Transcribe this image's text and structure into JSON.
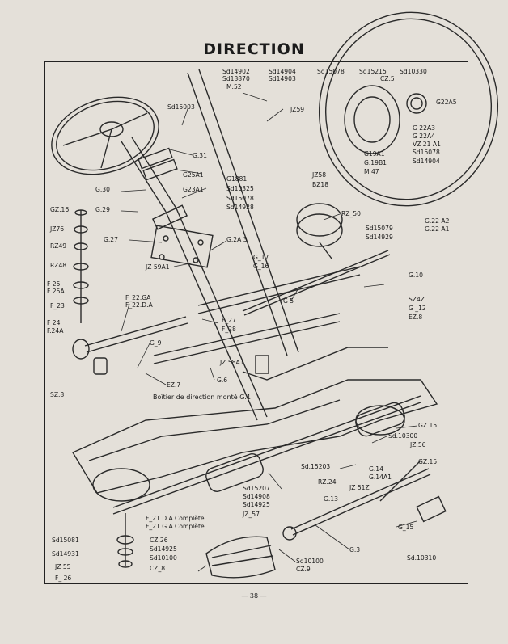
{
  "title": "DIRECTION",
  "page_number": "— 38 —",
  "caption": "Boîtier de direction monté G.1",
  "labels": {
    "l01": "Sd14902",
    "l02": "Sd13870",
    "l03": "M.52",
    "l04": "Sd14904",
    "l05": "Sd14903",
    "l06": "Sd15078",
    "l07": "Sd15215",
    "l08": "Sd10330",
    "l09": "CZ.5",
    "l10": "G22A5",
    "l11": "Sd15003",
    "l12": "JZ59",
    "l13": "G.31",
    "l14": "G25A1",
    "l15": "G23A1",
    "l16": "G.30",
    "l17": "G1881",
    "l18": "Sd10325",
    "l19": "Sd15078",
    "l20": "Sd14928",
    "l21": "JZ58",
    "l22": "BZ18",
    "l23": "G 22A3",
    "l24": "G 22A4",
    "l25": "VZ 21 A1",
    "l26": "Sd15078",
    "l27": "Sd14904",
    "l28": "G19A1",
    "l29": "G.19B1",
    "l30": "M 47",
    "l31": "GZ.16",
    "l32": "G.29",
    "l33": "JZ76",
    "l34": "G.27",
    "l35": "G.2A 3",
    "l36": "RZ49",
    "l37": "JZ 59A1",
    "l38": "RZ48",
    "l39": "RZ_50",
    "l40": "Sd15079",
    "l41": "Sd14929",
    "l42": "G.22 A2",
    "l43": "G.22 A1",
    "l44": "G_17",
    "l45": "G_16",
    "l46": "G.10",
    "l47": "F 25",
    "l48": "F 25A",
    "l49": "F_23",
    "l50": "F_22.GA",
    "l51": "F_22.D.A",
    "l52": "G 5",
    "l53": "SZ4Z",
    "l54": "G _12",
    "l55": "EZ.8",
    "l56": "F 24",
    "l57": "F.24A",
    "l58": "F_27",
    "l59": "F_28",
    "l60": "G_9",
    "l61": "JZ 58A1",
    "l62": "SZ.8",
    "l63": "EZ.7",
    "l64": "G.6",
    "l65": "GZ.15",
    "l66": "Sd.10300",
    "l67": "JZ.56",
    "l68": "Sd.15203",
    "l69": "G.14",
    "l70": "G.14A1",
    "l71": "GZ.15",
    "l72": "RZ.24",
    "l73": "JZ 51Z",
    "l74": "Sd15207",
    "l75": "Sd14908",
    "l76": "Sd14925",
    "l77": "G.13",
    "l78": "JZ_57",
    "l79": "F_21.D.A.Complète",
    "l80": "F_21.G.A.Complète",
    "l81": "Sd15081",
    "l82": "CZ.26",
    "l83": "Sd14925",
    "l84": "Sd14931",
    "l85": "Sd10100",
    "l86": "JZ 55",
    "l87": "CZ_8",
    "l88": "F_ 26",
    "l89": "Sd10100",
    "l90": "CZ.9",
    "l91": "G.3",
    "l92": "G_15",
    "l93": "Sd.10310"
  }
}
